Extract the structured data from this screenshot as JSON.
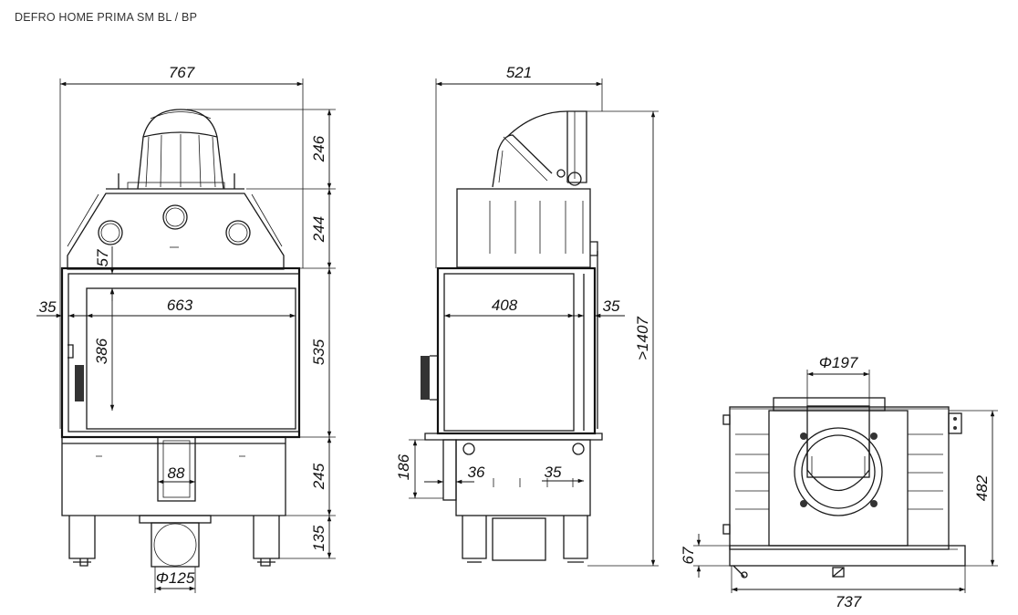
{
  "title": "DEFRO HOME PRIMA SM BL / BP",
  "front": {
    "width": "767",
    "top_h1": "246",
    "top_h2": "244",
    "door_offset": "57",
    "side_margin": "35",
    "glass_width": "663",
    "glass_height": "386",
    "door_height": "535",
    "base_height": "245",
    "leg_height": "135",
    "inlet_width": "88",
    "inlet_diameter": "Φ125"
  },
  "side": {
    "depth": "521",
    "total_height": ">1407",
    "glass_depth": "408",
    "rear_margin": "35",
    "inlet_height": "186",
    "inlet_offset": "36",
    "inlet_offset2": "35"
  },
  "top": {
    "flue_diameter": "Φ197",
    "depth": "482",
    "plate_height": "67",
    "width": "737"
  }
}
